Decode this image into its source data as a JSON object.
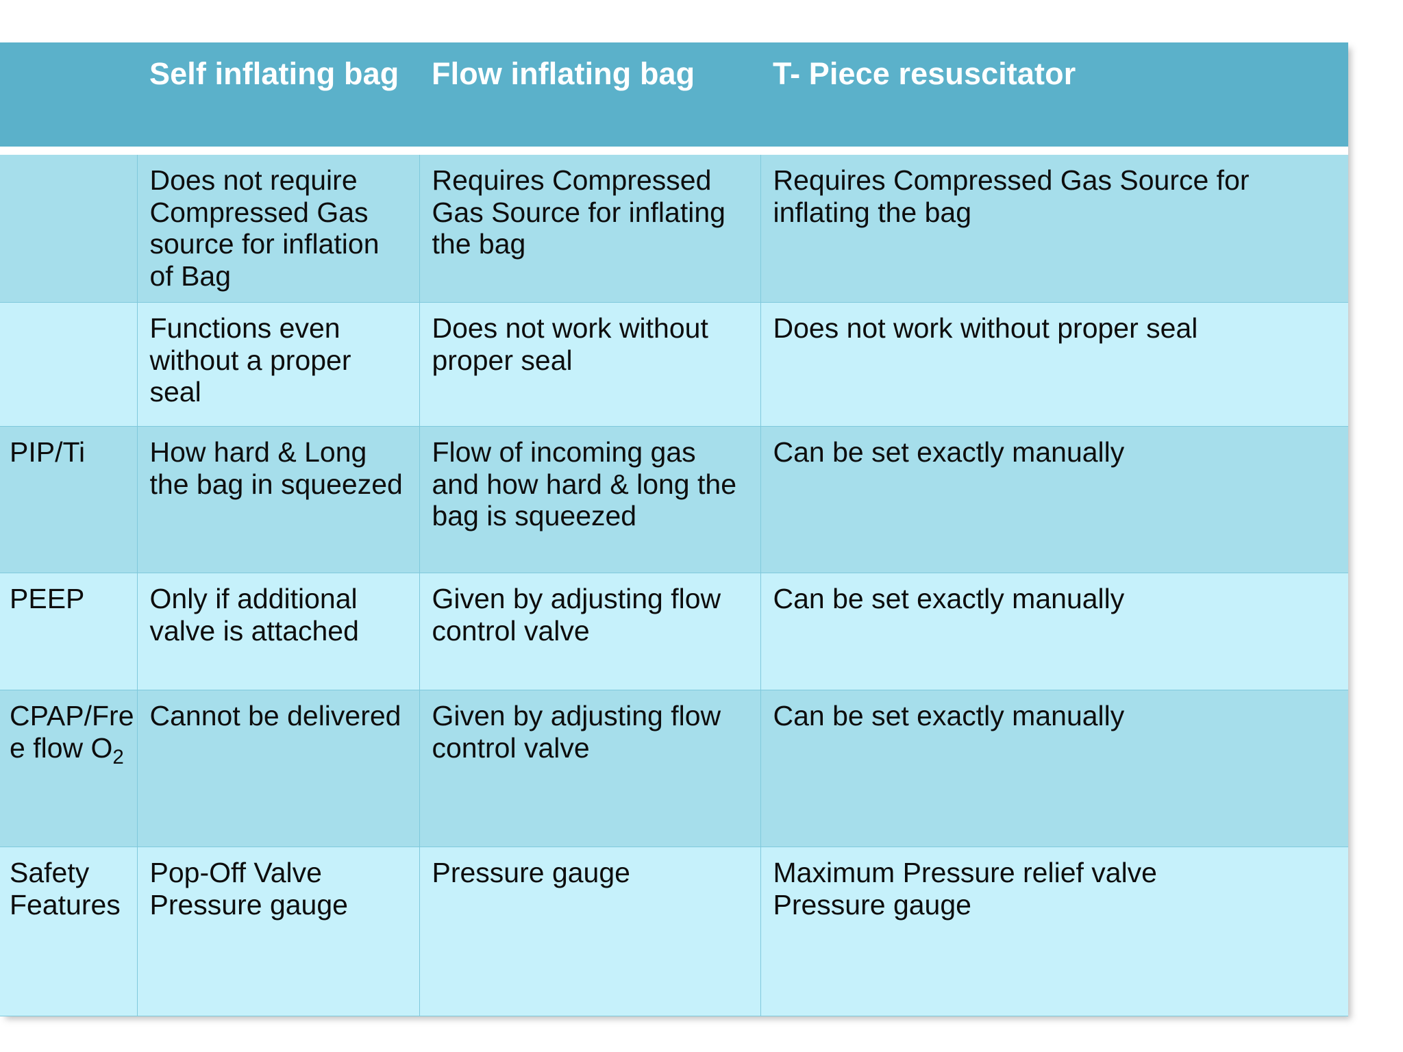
{
  "colors": {
    "header_background": "#5BB1CA",
    "header_text": "#FFFFFF",
    "band_dark": "#A6DEEB",
    "band_light": "#C6F1FB",
    "grid_line": "#7FC9DC",
    "body_text": "#0D0D0D",
    "page_background": "#FFFFFF"
  },
  "table": {
    "headers": [
      "",
      "Self inflating bag",
      "Flow inflating  bag",
      "T- Piece resuscitator"
    ],
    "rows": [
      {
        "label": "",
        "self_inflating_bag": "Does not require Compressed Gas source for inflation of Bag",
        "flow_inflating_bag": "Requires  Compressed Gas Source for inflating the bag",
        "t_piece_resuscitator": "Requires  Compressed Gas Source for inflating the bag"
      },
      {
        "label": "",
        "self_inflating_bag": "Functions  even without a proper seal",
        "flow_inflating_bag": "Does not  work without proper seal",
        "t_piece_resuscitator": "Does not  work without proper seal"
      },
      {
        "label": "PIP/Ti",
        "self_inflating_bag": "How  hard & Long  the bag in squeezed",
        "flow_inflating_bag": "Flow of incoming gas and how hard & long the bag is squeezed",
        "t_piece_resuscitator": "Can be set exactly manually"
      },
      {
        "label": "PEEP",
        "self_inflating_bag": "Only  if additional valve is attached",
        "flow_inflating_bag": "Given  by adjusting flow control valve",
        "t_piece_resuscitator": "Can be set exactly manually"
      },
      {
        "label": "CPAP/Free flow O2",
        "label_line1": "CPAP/Fre",
        "label_line2_pre": "e flow O",
        "label_line2_sub": "2",
        "self_inflating_bag": "Cannot be delivered",
        "flow_inflating_bag": "Given  by adjusting flow control valve",
        "t_piece_resuscitator": "Can be set exactly manually"
      },
      {
        "label": "Safety Features",
        "self_inflating_bag_line1": "Pop-Off Valve",
        "self_inflating_bag_line2": "Pressure gauge",
        "flow_inflating_bag": "Pressure gauge",
        "t_piece_resuscitator_line1": "Maximum Pressure relief valve",
        "t_piece_resuscitator_line2": "Pressure gauge"
      }
    ]
  }
}
